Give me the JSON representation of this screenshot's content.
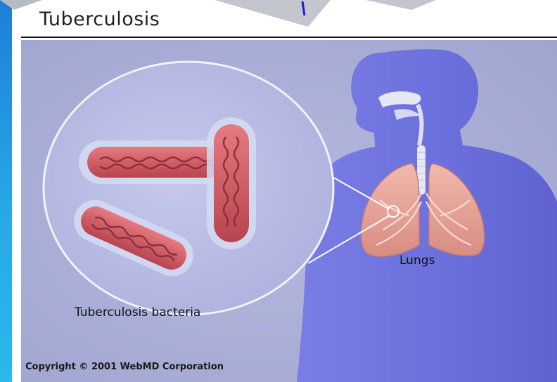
{
  "title": "Tuberculosis",
  "labels": {
    "lungs": "Lungs",
    "bacteria": "Tuberculosis bacteria",
    "copyright": "Copyright © 2001 WebMD Corporation"
  },
  "colors": {
    "accent_bar": "#1f7ed8",
    "background": "#a9aed6",
    "body_silhouette": "#6f72de",
    "lung_tissue": "#e9a79b",
    "bacterium_fill": "#c9545e",
    "bacterium_membrane": "#c7cdee",
    "magnifier_fill": "#b9bde3"
  }
}
